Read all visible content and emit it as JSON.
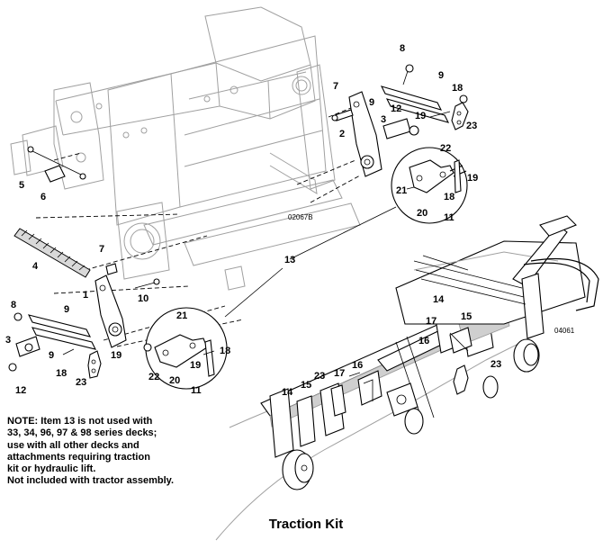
{
  "diagram": {
    "title": "Traction Kit",
    "figure_codes": {
      "upper": "02067B",
      "lower": "04061"
    },
    "note_lines": [
      "NOTE:  Item 13 is not used with",
      "33, 34, 96, 97 & 98 series decks;",
      "use with all other decks and",
      "attachments requiring traction",
      "kit or hydraulic lift.",
      "Not included with tractor assembly."
    ],
    "callouts": {
      "c1": "1",
      "c2": "2",
      "c3a": "3",
      "c3b": "3",
      "c4": "4",
      "c5": "5",
      "c6": "6",
      "c7a": "7",
      "c7b": "7",
      "c8a": "8",
      "c8b": "8",
      "c9a": "9",
      "c9b": "9",
      "c9c": "9",
      "c9d": "9",
      "c10": "10",
      "c11a": "11",
      "c11b": "11",
      "c12a": "12",
      "c12b": "12",
      "c13": "13",
      "c14a": "14",
      "c14b": "14",
      "c15a": "15",
      "c15b": "15",
      "c16a": "16",
      "c16b": "16",
      "c17a": "17",
      "c17b": "17",
      "c18a": "18",
      "c18b": "18",
      "c18c": "18",
      "c18d": "18",
      "c19a": "19",
      "c19b": "19",
      "c19c": "19",
      "c19d": "19",
      "c20a": "20",
      "c20b": "20",
      "c21a": "21",
      "c21b": "21",
      "c22a": "22",
      "c22b": "22",
      "c23a": "23",
      "c23b": "23",
      "c23c": "23",
      "c23d": "23"
    }
  }
}
